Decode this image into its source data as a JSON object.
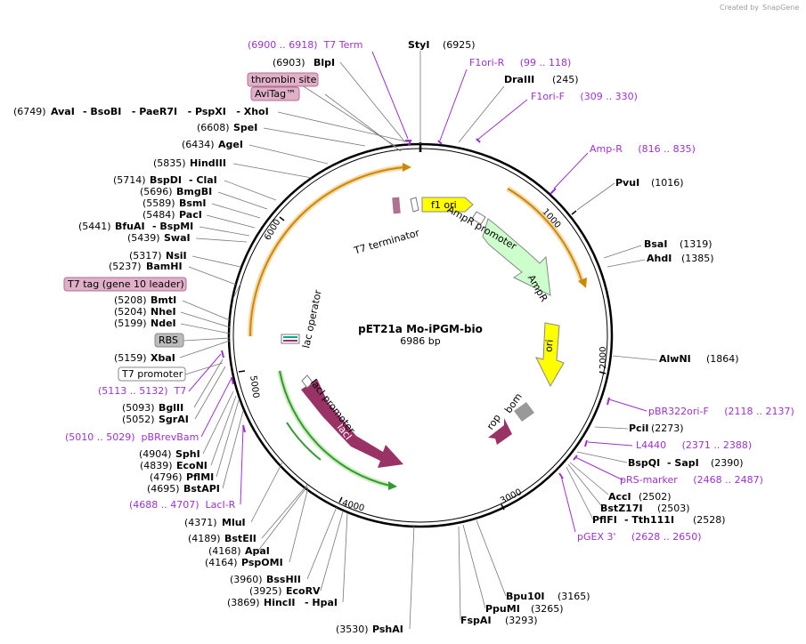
{
  "watermark": {
    "prefix": "Created by",
    "brand": "SnapGene"
  },
  "center": {
    "name": "pET21a Mo-iPGM-bio",
    "size": "6986 bp"
  },
  "ticks": [
    "1000",
    "2000",
    "3000",
    "4000",
    "5000",
    "6000"
  ],
  "left_sites": [
    {
      "pos": "(6903)",
      "name": "BlpI"
    },
    {
      "pos": "(6749)",
      "name": "AvaI",
      "extra": "- BsoBI   - PaeR7I   - PspXI   - XhoI"
    },
    {
      "pos": "(6608)",
      "name": "SpeI"
    },
    {
      "pos": "(6434)",
      "name": "AgeI"
    },
    {
      "pos": "(5835)",
      "name": "HindIII"
    },
    {
      "pos": "(5714)",
      "name": "BspDI",
      "extra": "- ClaI"
    },
    {
      "pos": "(5696)",
      "name": "BmgBI"
    },
    {
      "pos": "(5589)",
      "name": "BsmI"
    },
    {
      "pos": "(5484)",
      "name": "PacI"
    },
    {
      "pos": "(5441)",
      "name": "BfuAI",
      "extra": "- BspMI"
    },
    {
      "pos": "(5439)",
      "name": "SwaI"
    },
    {
      "pos": "(5317)",
      "name": "NsiI"
    },
    {
      "pos": "(5237)",
      "name": "BamHI"
    },
    {
      "pos": "(5208)",
      "name": "BmtI"
    },
    {
      "pos": "(5204)",
      "name": "NheI"
    },
    {
      "pos": "(5199)",
      "name": "NdeI"
    },
    {
      "pos": "(5159)",
      "name": "XbaI"
    },
    {
      "pos": "(5093)",
      "name": "BglII"
    },
    {
      "pos": "(5052)",
      "name": "SgrAI"
    },
    {
      "pos": "(4904)",
      "name": "SphI"
    },
    {
      "pos": "(4839)",
      "name": "EcoNI"
    },
    {
      "pos": "(4796)",
      "name": "PflMI"
    },
    {
      "pos": "(4695)",
      "name": "BstAPI"
    },
    {
      "pos": "(4371)",
      "name": "MluI"
    },
    {
      "pos": "(4189)",
      "name": "BstEII"
    },
    {
      "pos": "(4168)",
      "name": "ApaI"
    },
    {
      "pos": "(4164)",
      "name": "PspOMI"
    },
    {
      "pos": "(3960)",
      "name": "BssHII"
    },
    {
      "pos": "(3925)",
      "name": "EcoRV"
    },
    {
      "pos": "(3869)",
      "name": "HincII",
      "extra": "- HpaI"
    },
    {
      "pos": "(3530)",
      "name": "PshAI"
    }
  ],
  "right_sites": [
    {
      "name": "StyI",
      "pos": "(6925)"
    },
    {
      "name": "DraIII",
      "pos": "(245)"
    },
    {
      "name": "PvuI",
      "pos": "(1016)"
    },
    {
      "name": "BsaI",
      "pos": "(1319)"
    },
    {
      "name": "AhdI",
      "pos": "(1385)"
    },
    {
      "name": "AlwNI",
      "pos": "(1864)"
    },
    {
      "name": "PciI",
      "pos": "(2273)"
    },
    {
      "name": "BspQI",
      "extra": "- SapI",
      "pos": "(2390)"
    },
    {
      "name": "AccI",
      "pos": "(2502)"
    },
    {
      "name": "BstZ17I",
      "pos": "(2503)"
    },
    {
      "name": "PflFI",
      "extra": "- Tth111I",
      "pos": "(2528)"
    },
    {
      "name": "Bpu10I",
      "pos": "(3165)"
    },
    {
      "name": "PpuMI",
      "pos": "(3265)"
    },
    {
      "name": "FspAI",
      "pos": "(3293)"
    }
  ],
  "primers": [
    {
      "text": "(6900 .. 6918)  T7 Term"
    },
    {
      "text": "F1ori-R     (99 .. 118)"
    },
    {
      "text": "F1ori-F     (309 .. 330)"
    },
    {
      "text": "Amp-R     (816 .. 835)"
    },
    {
      "text": "pBR322ori-F     (2118 .. 2137)"
    },
    {
      "text": "L4440     (2371 .. 2388)"
    },
    {
      "text": "pRS-marker     (2468 .. 2487)"
    },
    {
      "text": "pGEX 3'     (2628 .. 2650)"
    },
    {
      "text": "(5113 .. 5132)  T7"
    },
    {
      "text": "(5010 .. 5029)  pBRrevBam"
    },
    {
      "text": "(4688 .. 4707)  LacI-R"
    }
  ],
  "boxes": {
    "thrombin": "thrombin site",
    "avitag": "AviTag™",
    "t7tag": "T7 tag (gene 10 leader)",
    "rbs": "RBS",
    "t7promoter": "T7 promoter"
  },
  "features": {
    "f1ori": "f1 ori",
    "ampr_promoter": "AmpR promoter",
    "ampr": "AmpR",
    "ori": "ori",
    "rop": "rop",
    "bom": "bom",
    "laci": "lacI",
    "laci_promoter": "lacI promoter",
    "lac_operator": "lac operator",
    "t7_terminator": "T7 terminator"
  },
  "colors": {
    "backbone": "#000000",
    "f1ori": "#ffff00",
    "ampr": "#ccffcc",
    "ori": "#ffff00",
    "laci": "#993366",
    "rop": "#993366",
    "bom": "#999999",
    "orf_orange": "#cc8800",
    "orf_green": "#339933",
    "primer": "#9933cc",
    "box_pink": "#e0b0c8"
  }
}
